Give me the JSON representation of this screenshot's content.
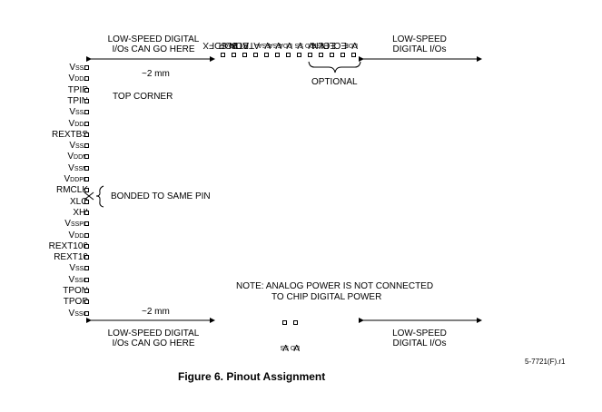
{
  "left_pins": [
    {
      "main": "V",
      "sub": "SSA"
    },
    {
      "main": "V",
      "sub": "DDA"
    },
    {
      "main": "TPIP",
      "sub": ""
    },
    {
      "main": "TPIN",
      "sub": ""
    },
    {
      "main": "V",
      "sub": "SSA"
    },
    {
      "main": "V",
      "sub": "DDA"
    },
    {
      "main": "REXTBS",
      "sub": ""
    },
    {
      "main": "V",
      "sub": "SSA"
    },
    {
      "main": "V",
      "sub": "DDM"
    },
    {
      "main": "V",
      "sub": "SSM"
    },
    {
      "main": "V",
      "sub": "DDPD"
    },
    {
      "main": "RMCLK",
      "sub": ""
    },
    {
      "main": "XLO",
      "sub": ""
    },
    {
      "main": "XHI",
      "sub": ""
    },
    {
      "main": "V",
      "sub": "SSPD"
    },
    {
      "main": "V",
      "sub": "DDA"
    },
    {
      "main": "REXT100",
      "sub": ""
    },
    {
      "main": "REXT10",
      "sub": ""
    },
    {
      "main": "V",
      "sub": "SSA"
    },
    {
      "main": "V",
      "sub": "SSO"
    },
    {
      "main": "TPON",
      "sub": ""
    },
    {
      "main": "TPOP",
      "sub": ""
    },
    {
      "main": "V",
      "sub": "SSO"
    }
  ],
  "top_pins": [
    {
      "main": "SDFX",
      "sub": ""
    },
    {
      "main": "V",
      "sub": "DDA"
    },
    {
      "main": "ATBOP",
      "sub": ""
    },
    {
      "main": "ATBON",
      "sub": ""
    },
    {
      "main": "V",
      "sub": "SSA"
    },
    {
      "main": "V",
      "sub": "SSA"
    },
    {
      "main": "V",
      "sub": "DDA"
    },
    {
      "main": "V",
      "sub": "SS"
    },
    {
      "main": "V",
      "sub": "DD"
    },
    {
      "main": "V",
      "sub": "SSE"
    },
    {
      "main": "ECLN",
      "sub": ""
    },
    {
      "main": "ECLP",
      "sub": ""
    },
    {
      "main": "V",
      "sub": "DDE"
    }
  ],
  "bottom_pins": [
    {
      "main": "V",
      "sub": "SS"
    },
    {
      "main": "V",
      "sub": "DD"
    }
  ],
  "labels": {
    "top_left_l1": "LOW-SPEED DIGITAL",
    "top_left_l2": "I/Os CAN GO HERE",
    "top_right_l1": "LOW-SPEED",
    "top_right_l2": "DIGITAL I/Os",
    "bottom_left_l1": "LOW-SPEED DIGITAL",
    "bottom_left_l2": "I/Os CAN GO HERE",
    "bottom_right_l1": "LOW-SPEED",
    "bottom_right_l2": "DIGITAL I/Os",
    "dim_top": "~2 mm",
    "dim_bottom": "~2 mm",
    "top_corner": "TOP CORNER",
    "optional": "OPTIONAL",
    "bonded": "BONDED TO SAME PIN",
    "note_l1": "NOTE:  ANALOG POWER IS NOT CONNECTED",
    "note_l2": "TO CHIP DIGITAL POWER",
    "figure_id": "5-7721(F).r1",
    "caption": "Figure 6. Pinout Assignment"
  },
  "colors": {
    "ink": "#000000",
    "background": "#ffffff"
  }
}
